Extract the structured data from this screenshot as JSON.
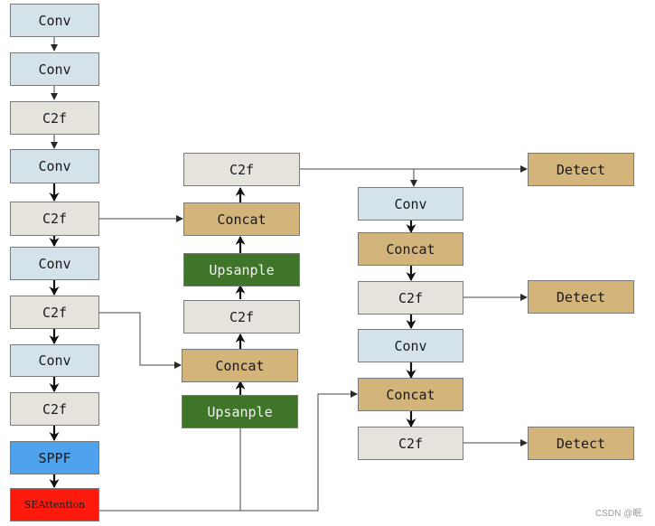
{
  "nodes": {
    "backbone": [
      {
        "label": "Conv"
      },
      {
        "label": "Conv"
      },
      {
        "label": "C2f"
      },
      {
        "label": "Conv"
      },
      {
        "label": "C2f"
      },
      {
        "label": "Conv"
      },
      {
        "label": "C2f"
      },
      {
        "label": "Conv"
      },
      {
        "label": "C2f"
      },
      {
        "label": "SPPF"
      },
      {
        "label": "SEAttention"
      }
    ],
    "neck_up": [
      {
        "label": "C2f"
      },
      {
        "label": "Concat"
      },
      {
        "label": "Upsanple"
      },
      {
        "label": "C2f"
      },
      {
        "label": "Concat"
      },
      {
        "label": "Upsanple"
      }
    ],
    "neck_down": [
      {
        "label": "Conv"
      },
      {
        "label": "Concat"
      },
      {
        "label": "C2f"
      },
      {
        "label": "Conv"
      },
      {
        "label": "Concat"
      },
      {
        "label": "C2f"
      }
    ],
    "heads": [
      {
        "label": "Detect"
      },
      {
        "label": "Detect"
      },
      {
        "label": "Detect"
      }
    ]
  },
  "colors": {
    "conv": "#d4e3ea",
    "c2f": "#e6e3dc",
    "concat": "#d3b47a",
    "upsample": "#3f7528",
    "sppf": "#4fa2ec",
    "seattention": "#ff1a0d",
    "edge": "#2a2a2a"
  },
  "watermark": "CSDN @眠."
}
